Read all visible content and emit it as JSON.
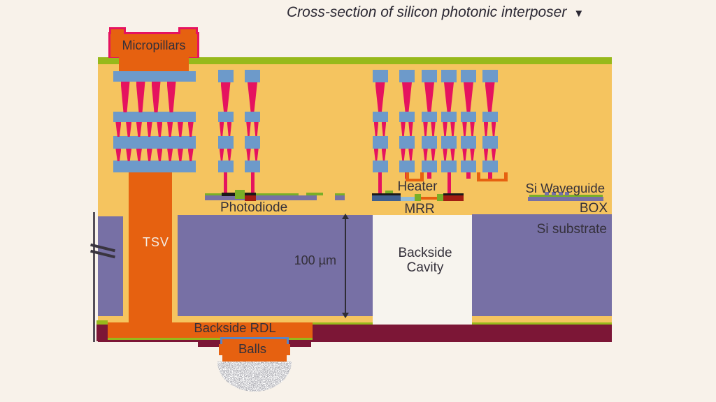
{
  "title": {
    "text": "Cross-section of silicon photonic interposer",
    "caret": "▼"
  },
  "labels": {
    "micropillars": "Micropillars",
    "tsv": "TSV",
    "photodiode": "Photodiode",
    "heater": "Heater",
    "mrr": "MRR",
    "si_waveguide": "Si Waveguide",
    "box": "BOX",
    "si_substrate": "Si substrate",
    "dimension": "100 µm",
    "backside_cavity": "Backside Cavity",
    "backside_rdl": "Backside RDL",
    "balls": "Balls"
  },
  "colors": {
    "page_bg": "#f8f2ea",
    "body_amber": "#f5c45f",
    "top_green": "#97b91b",
    "substrate_purple": "#7770a5",
    "orange": "#e66110",
    "pink": "#e5135f",
    "pad_blue": "#6d9aca",
    "maroon": "#7c1636",
    "dark_red": "#a11c12",
    "dark_blue": "#3f5f8f",
    "light_blue": "#93bcd8",
    "green_device": "#79af27",
    "contact_black": "#1c1a18",
    "cavity_white": "#f7f4ee",
    "text_dark": "#34303a",
    "arrow_dark": "#2f2c35",
    "ubm_blue": "#5b84c4",
    "ball_gray": "#cfccc7"
  }
}
